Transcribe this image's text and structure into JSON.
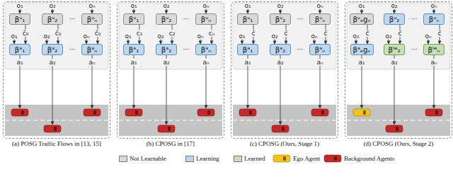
{
  "diagram": {
    "nodes": [
      {
        "text": [
          "(a) POSG Traffic Flows in [13, 15]"
        ]
      },
      {
        "text": [
          "βᵘ₁"
        ],
        "in": 0
      },
      {
        "text": [
          "βᵘ₂"
        ],
        "in": 0
      },
      {
        "text": [
          "βᵘₙ"
        ],
        "in": 0
      },
      {
        "text": [
          "βᵃ₁"
        ],
        "in": 0
      },
      {
        "text": [
          "βᵃ₂"
        ],
        "in": 0
      },
      {
        "text": [
          "βᵃₙ"
        ],
        "in": 0
      },
      {
        "text": [
          "(b) CPOSG in [17]"
        ]
      },
      {
        "text": [
          "βᵘ₁"
        ],
        "in": 7
      },
      {
        "text": [
          "βᵘ₂"
        ],
        "in": 7
      },
      {
        "text": [
          "βᵘₙ"
        ],
        "in": 7
      },
      {
        "text": [
          "βᵃ₁"
        ],
        "in": 7
      },
      {
        "text": [
          "βᵃ₂"
        ],
        "in": 7
      },
      {
        "text": [
          "βᵃₙ"
        ],
        "in": 7
      },
      {
        "text": [
          "(c) CPOSG (Ours, Stage 1)"
        ]
      },
      {
        "text": [
          "βᵘ₁"
        ],
        "in": 14
      },
      {
        "text": [
          "βᵘ₂"
        ],
        "in": 14
      },
      {
        "text": [
          "βᵘₙ"
        ],
        "in": 14
      },
      {
        "text": [
          "βᵃ₁"
        ],
        "in": 14
      },
      {
        "text": [
          "βᵃ₂"
        ],
        "in": 14
      },
      {
        "text": [
          "βᵃₙ"
        ],
        "in": 14
      },
      {
        "text": [
          "(d) CPOSG (Ours, Stage 2)"
        ]
      },
      {
        "text": [
          "βᵘₑgₒ"
        ],
        "in": 21
      },
      {
        "text": [
          "βᵘ₂"
        ],
        "in": 21
      },
      {
        "text": [
          "βᵘₙ"
        ],
        "in": 21
      },
      {
        "text": [
          "βᵃₑgₒ"
        ],
        "in": 21
      },
      {
        "text": [
          "βˡʷ₂"
        ],
        "in": 21
      },
      {
        "text": [
          "βˡʷₙ"
        ],
        "in": 21
      }
    ],
    "edges": [
      {
        "from": 1,
        "to": 4,
        "arrow": "to",
        "label": "c̄₀"
      },
      {
        "from": 2,
        "to": 5,
        "arrow": "to",
        "label": "c̄₀"
      },
      {
        "from": 3,
        "to": 6,
        "arrow": "to",
        "label": "c̄₀"
      },
      {
        "from": 8,
        "to": 11,
        "arrow": "to",
        "label": "c₁"
      },
      {
        "from": 9,
        "to": 12,
        "arrow": "to",
        "label": "c₂"
      },
      {
        "from": 10,
        "to": 13,
        "arrow": "to",
        "label": "cₙ"
      },
      {
        "from": 15,
        "to": 18,
        "arrow": "to",
        "label": "c̄"
      },
      {
        "from": 16,
        "to": 19,
        "arrow": "to",
        "label": "c̄"
      },
      {
        "from": 17,
        "to": 20,
        "arrow": "to",
        "label": "c̄"
      },
      {
        "from": 22,
        "to": 25,
        "arrow": "to",
        "label": "c̄"
      },
      {
        "from": 23,
        "to": 26,
        "arrow": "to",
        "label": "c̄"
      },
      {
        "from": 24,
        "to": 27,
        "arrow": "to",
        "label": "c̄"
      }
    ],
    "labels": [
      "o₁",
      "o₂",
      "oₙ",
      "···",
      "o₁",
      "o₂",
      "oₙ",
      "···",
      "a₁",
      "a₂",
      "aₙ",
      "o₁",
      "o₂",
      "oₙ",
      "···",
      "o₁",
      "o₂",
      "oₙ",
      "···",
      "a₁",
      "a₂",
      "aₙ",
      "o₁",
      "o₂",
      "oₙ",
      "···",
      "o₁",
      "o₂",
      "oₙ",
      "···",
      "a₁",
      "a₂",
      "aₙ",
      "o₁",
      "o₂",
      "oₙ",
      "···",
      "o₁",
      "o₂",
      "oₙ",
      "···",
      "a₁",
      "a₂",
      "aₙ"
    ],
    "legend": [
      {
        "text": "Not Learnable",
        "color": "#d9d9d9"
      },
      {
        "text": "Learning",
        "color": "#bdd7ee"
      },
      {
        "text": "Learned",
        "color": "#c5e0b4"
      },
      {
        "text": "Ego Agent"
      },
      {
        "text": "Background Agents"
      }
    ]
  }
}
